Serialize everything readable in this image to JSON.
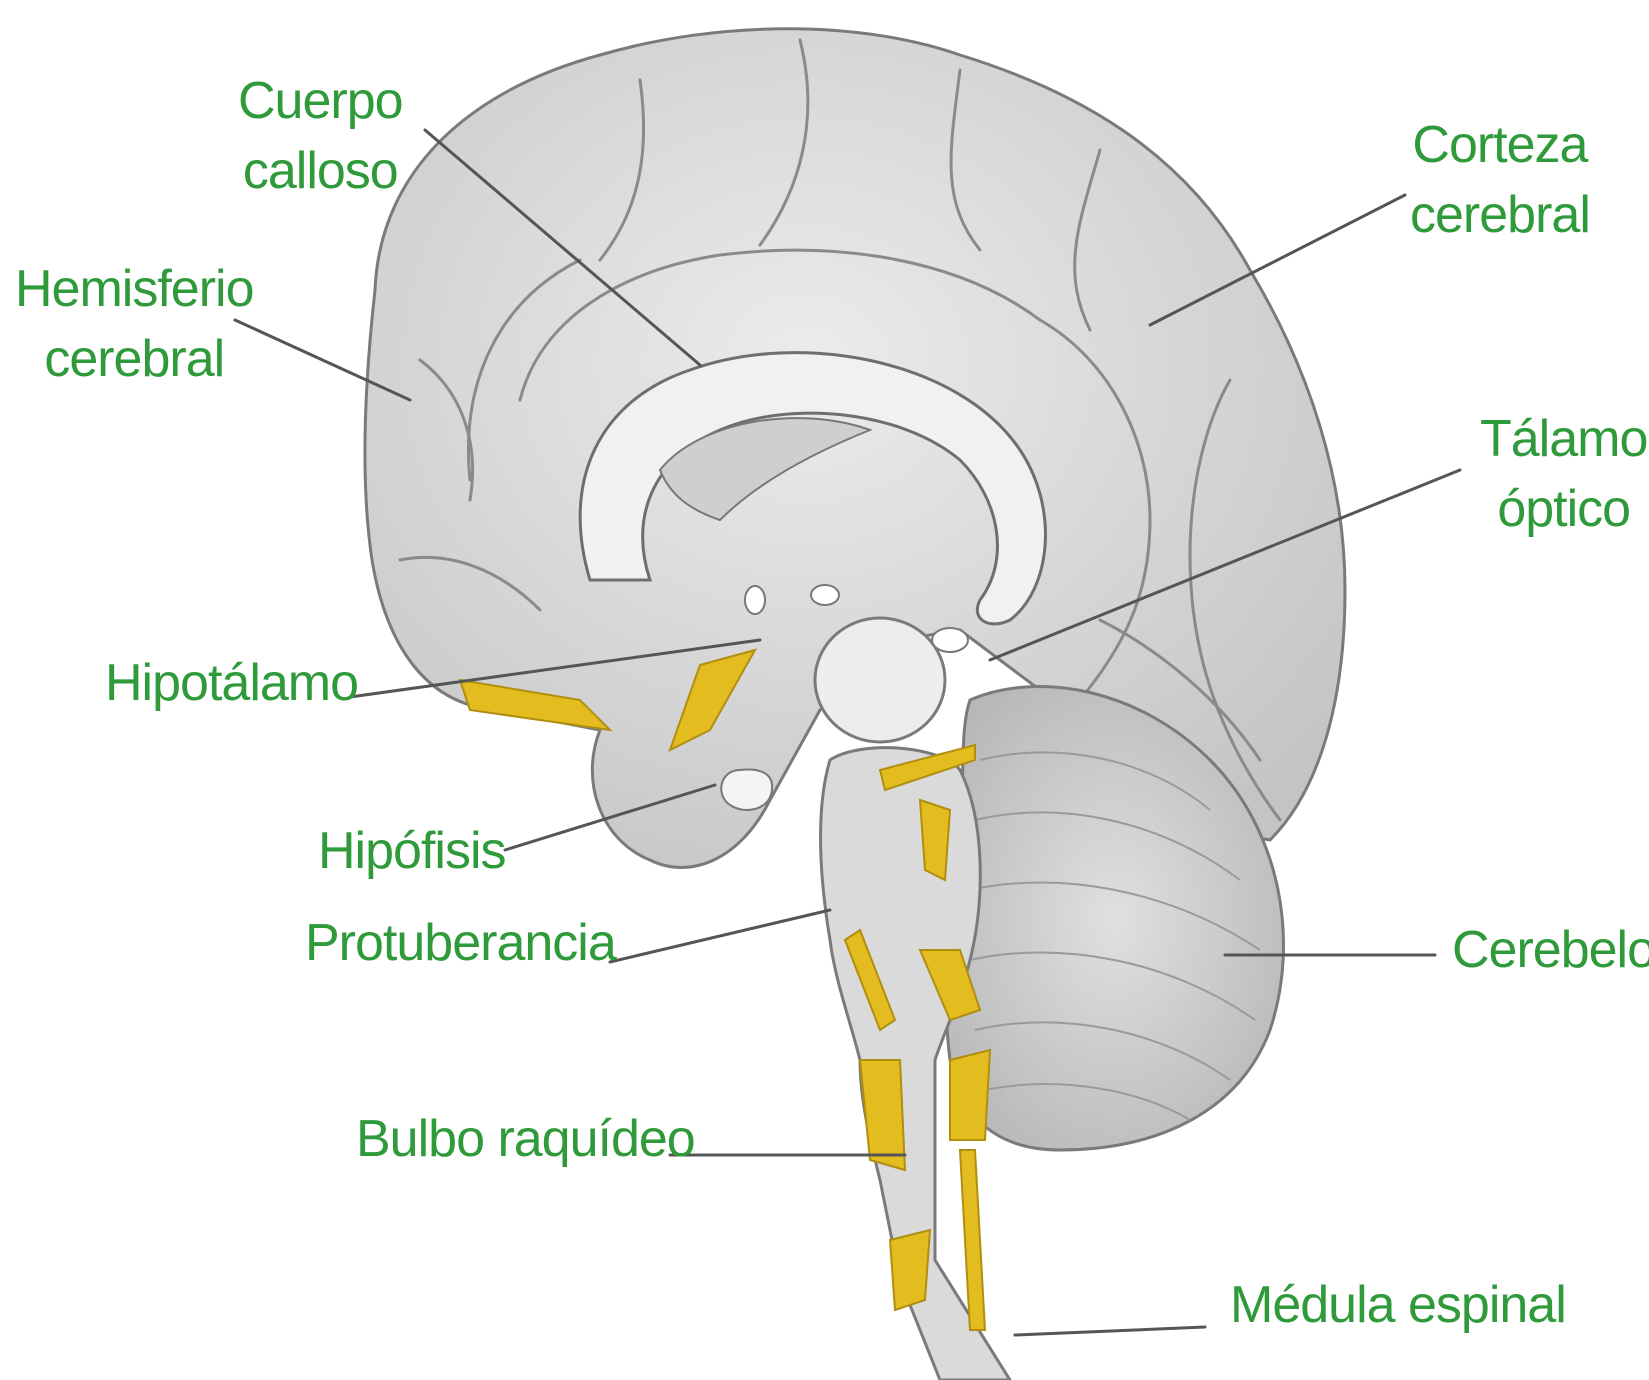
{
  "colors": {
    "label": "#2e9a3a",
    "leader": "#555555",
    "brain": "#dcdcdc",
    "brain_dark": "#a8a8a8",
    "nerve": "#e3bd1f"
  },
  "labels": {
    "cuerpo_calloso": [
      "Cuerpo",
      "calloso"
    ],
    "corteza_cerebral": [
      "Corteza",
      "cerebral"
    ],
    "hemisferio_cerebral": [
      "Hemisferio",
      "cerebral"
    ],
    "talamo_optico": [
      "Tálamo",
      "óptico"
    ],
    "hipotalamo": "Hipotálamo",
    "hipofisis": "Hipófisis",
    "protuberancia": "Protuberancia",
    "cerebelo": "Cerebelo",
    "bulbo_raquideo": "Bulbo raquídeo",
    "medula_espinal": "Médula espinal"
  }
}
